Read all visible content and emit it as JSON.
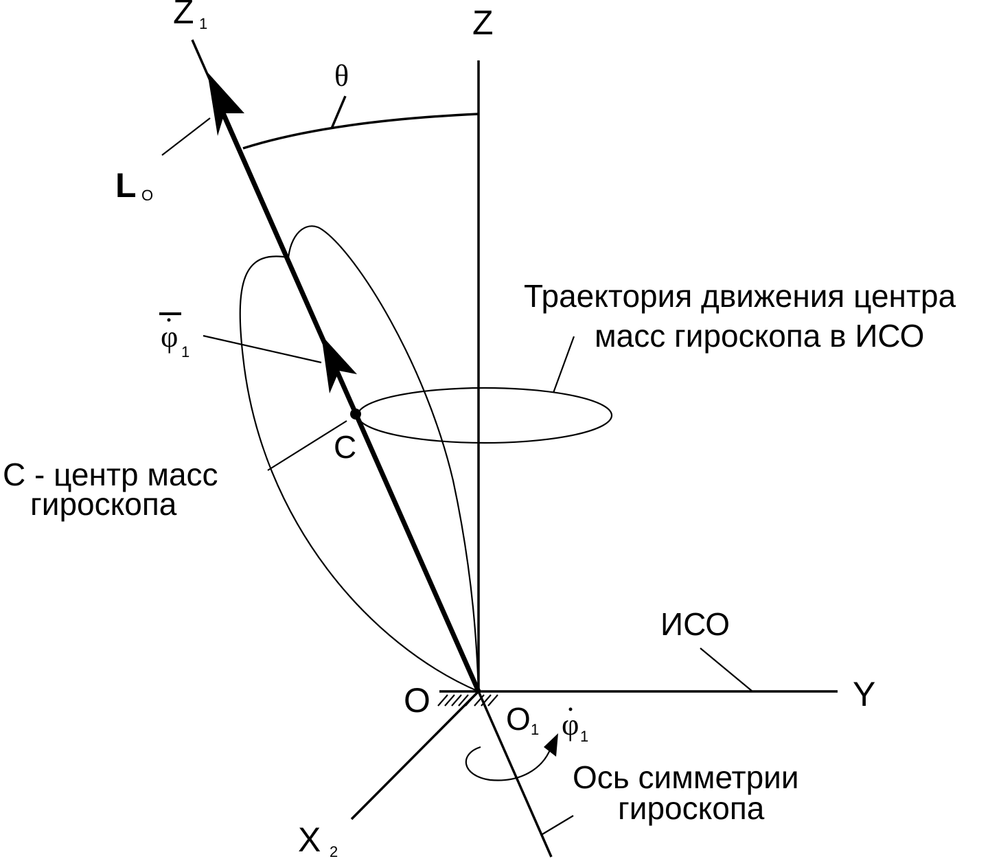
{
  "axes": {
    "z1_main": "Z",
    "z1_sub": "1",
    "z": "Z",
    "y": "Y",
    "x2_main": "X",
    "x2_sub": "2",
    "o": "O",
    "o1_main": "O",
    "o1_sub": "1"
  },
  "labels": {
    "theta": "θ",
    "l0_main": "L",
    "l0_sub": "O",
    "phi_bar": "φ",
    "phi_bar_sub": "1",
    "phi_dot": "φ",
    "phi_dot_sub": "1",
    "c": "C",
    "iso": "ИСО"
  },
  "captions": {
    "trajectory_line1": "Траектория движения центра",
    "trajectory_line2": "масс гироскопа в ИСО",
    "center_line1": "С - центр масс",
    "center_line2": "гироскопа",
    "symmetry_line1": "Ось симметрии",
    "symmetry_line2": "гироскопа"
  }
}
